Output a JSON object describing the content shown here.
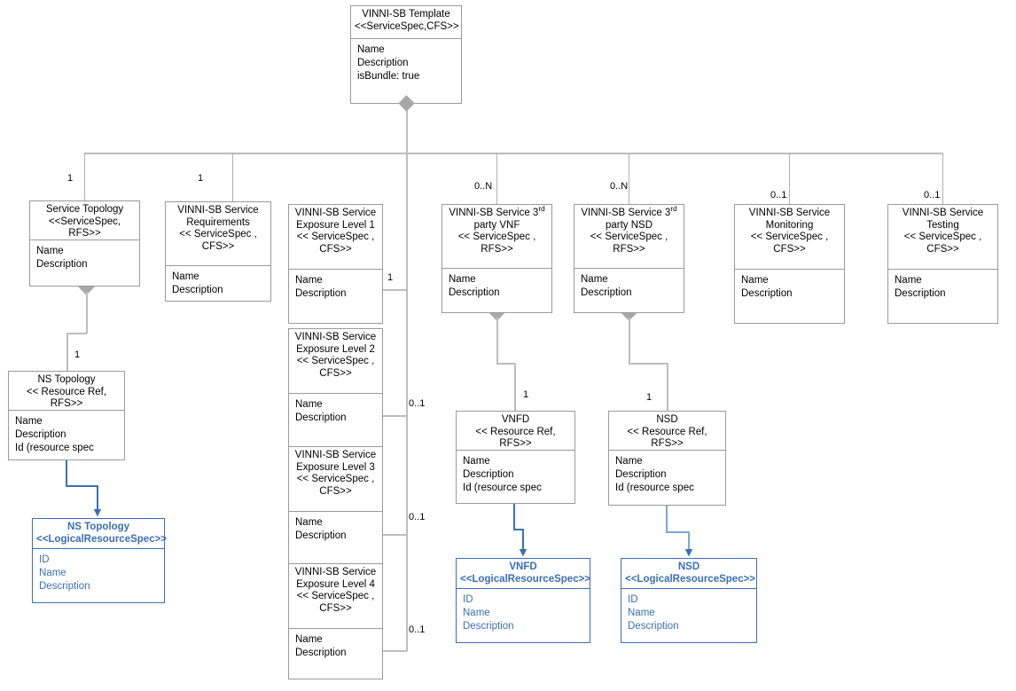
{
  "diagram": {
    "title": "VINNI-SB Template service specification decomposition",
    "accent_gray": "#b0b0b0",
    "accent_blue": "#3b6fb5",
    "node_border": "#9a9a9a"
  },
  "nodes": {
    "root": {
      "header": "VINNI-SB Template\n<<ServiceSpec,CFS>>",
      "body": "Name\nDescription\nisBundle: true"
    },
    "service_topology": {
      "header": "Service Topology\n<<ServiceSpec,\nRFS>>",
      "body": "Name\nDescription"
    },
    "service_requirements": {
      "header": "VINNI-SB Service\nRequirements\n<< ServiceSpec ,\nCFS>>",
      "body": "Name\nDescription"
    },
    "exposure_level_1": {
      "header": "VINNI-SB Service\nExposure Level 1\n<< ServiceSpec ,\nCFS>>",
      "body": "Name\nDescription"
    },
    "exposure_level_2": {
      "header": "VINNI-SB Service\nExposure Level 2\n<< ServiceSpec ,\nCFS>>",
      "body": "Name\nDescription"
    },
    "exposure_level_3": {
      "header": "VINNI-SB Service\nExposure Level 3\n<< ServiceSpec ,\nCFS>>",
      "body": "Name\nDescription"
    },
    "exposure_level_4": {
      "header": "VINNI-SB Service\nExposure Level 4\n<< ServiceSpec ,\nCFS>>",
      "body": "Name\nDescription"
    },
    "third_party_vnf": {
      "header_line1": "VINNI-SB Service 3",
      "header_sup": "rd",
      "header_rest": "\nparty VNF\n<< ServiceSpec ,\nRFS>>",
      "body": "Name\nDescription"
    },
    "third_party_nsd": {
      "header_line1": "VINNI-SB Service 3",
      "header_sup": "rd",
      "header_rest": "\nparty NSD\n<< ServiceSpec ,\nRFS>>",
      "body": "Name\nDescription"
    },
    "service_monitoring": {
      "header": "VINNI-SB Service\nMonitoring\n<< ServiceSpec ,\nCFS>>",
      "body": "Name\nDescription"
    },
    "service_testing": {
      "header": "VINNI-SB Service\nTesting\n<< ServiceSpec ,\nCFS>>",
      "body": "Name\nDescription"
    },
    "ns_topology_ref": {
      "header": "NS Topology\n<< Resource Ref,\nRFS>>",
      "body": "Name\nDescription\nId (resource spec"
    },
    "vnfd_ref": {
      "header": "VNFD\n<< Resource Ref,\nRFS>>",
      "body": "Name\nDescription\nId (resource spec"
    },
    "nsd_ref": {
      "header": "NSD\n<< Resource Ref,\nRFS>>",
      "body": "Name\nDescription\nId (resource spec"
    },
    "ns_topology_lrs": {
      "header": "NS Topology\n<<LogicalResourceSpec>>",
      "body": "ID\nName\nDescription"
    },
    "vnfd_lrs": {
      "header": "VNFD\n<<LogicalResourceSpec>>",
      "body": "ID\nName\nDescription"
    },
    "nsd_lrs": {
      "header": "NSD\n<<LogicalResourceSpec>>",
      "body": "ID\nName\nDescription"
    }
  },
  "multiplicities": {
    "service_topology": "1",
    "service_requirements": "1",
    "exposure_level_1": "1",
    "exposure_level_2": "0..1",
    "exposure_level_3": "0..1",
    "exposure_level_4": "0..1",
    "third_party_vnf": "0..N",
    "third_party_nsd": "0..N",
    "service_monitoring": "0..1",
    "service_testing": "0..1",
    "ns_topology_ref": "1",
    "vnfd_ref": "1",
    "nsd_ref": "1"
  }
}
